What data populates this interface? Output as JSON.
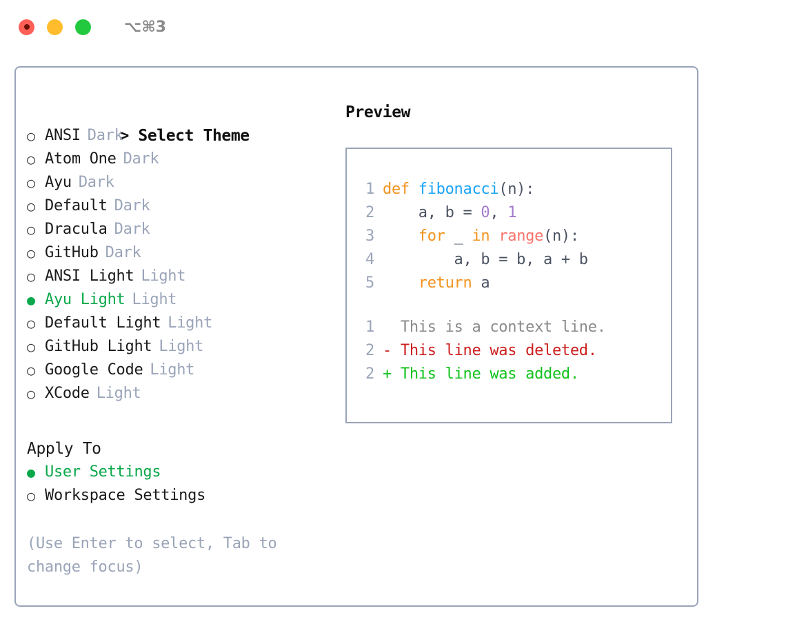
{
  "titlebar": {
    "shortcut": "⌥⌘3",
    "buttons": [
      "close",
      "minimize",
      "zoom"
    ]
  },
  "theme_section": {
    "prompt": "> ",
    "title": "Select Theme",
    "options": [
      {
        "marker": "○",
        "name": "ANSI",
        "kind": "Dark",
        "selected": false
      },
      {
        "marker": "○",
        "name": "Atom One",
        "kind": "Dark",
        "selected": false
      },
      {
        "marker": "○",
        "name": "Ayu",
        "kind": "Dark",
        "selected": false
      },
      {
        "marker": "○",
        "name": "Default",
        "kind": "Dark",
        "selected": false
      },
      {
        "marker": "○",
        "name": "Dracula",
        "kind": "Dark",
        "selected": false
      },
      {
        "marker": "○",
        "name": "GitHub",
        "kind": "Dark",
        "selected": false
      },
      {
        "marker": "○",
        "name": "ANSI Light",
        "kind": "Light",
        "selected": false
      },
      {
        "marker": "●",
        "name": "Ayu Light",
        "kind": "Light",
        "selected": true
      },
      {
        "marker": "○",
        "name": "Default Light",
        "kind": "Light",
        "selected": false
      },
      {
        "marker": "○",
        "name": "GitHub Light",
        "kind": "Light",
        "selected": false
      },
      {
        "marker": "○",
        "name": "Google Code",
        "kind": "Light",
        "selected": false
      },
      {
        "marker": "○",
        "name": "XCode",
        "kind": "Light",
        "selected": false
      }
    ]
  },
  "apply_section": {
    "title": "Apply To",
    "options": [
      {
        "marker": "●",
        "name": "User Settings",
        "selected": true
      },
      {
        "marker": "○",
        "name": "Workspace Settings",
        "selected": false
      }
    ]
  },
  "hint": "(Use Enter to select, Tab to change focus)",
  "preview": {
    "title": "Preview",
    "code_lines": [
      {
        "number": "1",
        "tokens": [
          {
            "text": "def ",
            "cls": "tok-kw"
          },
          {
            "text": "fibonacci",
            "cls": "tok-fn"
          },
          {
            "text": "(n):",
            "cls": "tok-plain"
          }
        ]
      },
      {
        "number": "2",
        "tokens": [
          {
            "text": "    a, b = ",
            "cls": "tok-plain"
          },
          {
            "text": "0",
            "cls": "tok-num"
          },
          {
            "text": ", ",
            "cls": "tok-plain"
          },
          {
            "text": "1",
            "cls": "tok-num"
          }
        ]
      },
      {
        "number": "3",
        "tokens": [
          {
            "text": "    ",
            "cls": "tok-plain"
          },
          {
            "text": "for",
            "cls": "tok-kw"
          },
          {
            "text": " _ ",
            "cls": "tok-plain"
          },
          {
            "text": "in",
            "cls": "tok-kw"
          },
          {
            "text": " ",
            "cls": "tok-plain"
          },
          {
            "text": "range",
            "cls": "tok-btin"
          },
          {
            "text": "(n):",
            "cls": "tok-plain"
          }
        ]
      },
      {
        "number": "4",
        "tokens": [
          {
            "text": "        a, b = b, a + b",
            "cls": "tok-plain"
          }
        ]
      },
      {
        "number": "5",
        "tokens": [
          {
            "text": "    ",
            "cls": "tok-plain"
          },
          {
            "text": "return",
            "cls": "tok-kw"
          },
          {
            "text": " a",
            "cls": "tok-plain"
          }
        ]
      }
    ],
    "diff_lines": [
      {
        "number": "1",
        "marker": " ",
        "text": " This is a context line.",
        "cls": "diff-ctx"
      },
      {
        "number": "2",
        "marker": "-",
        "text": " This line was deleted.",
        "cls": "diff-del"
      },
      {
        "number": "2",
        "marker": "+",
        "text": " This line was added.",
        "cls": "diff-add"
      }
    ]
  },
  "colors": {
    "accent_green": "#0aa84a",
    "muted": "#9aa4b8",
    "keyword": "#f2921d",
    "function": "#1aa3f5",
    "number": "#a37acc",
    "builtin": "#f8726a",
    "diff_delete": "#cc1f1f",
    "diff_add": "#10c21b",
    "border": "#9aa4b8"
  }
}
